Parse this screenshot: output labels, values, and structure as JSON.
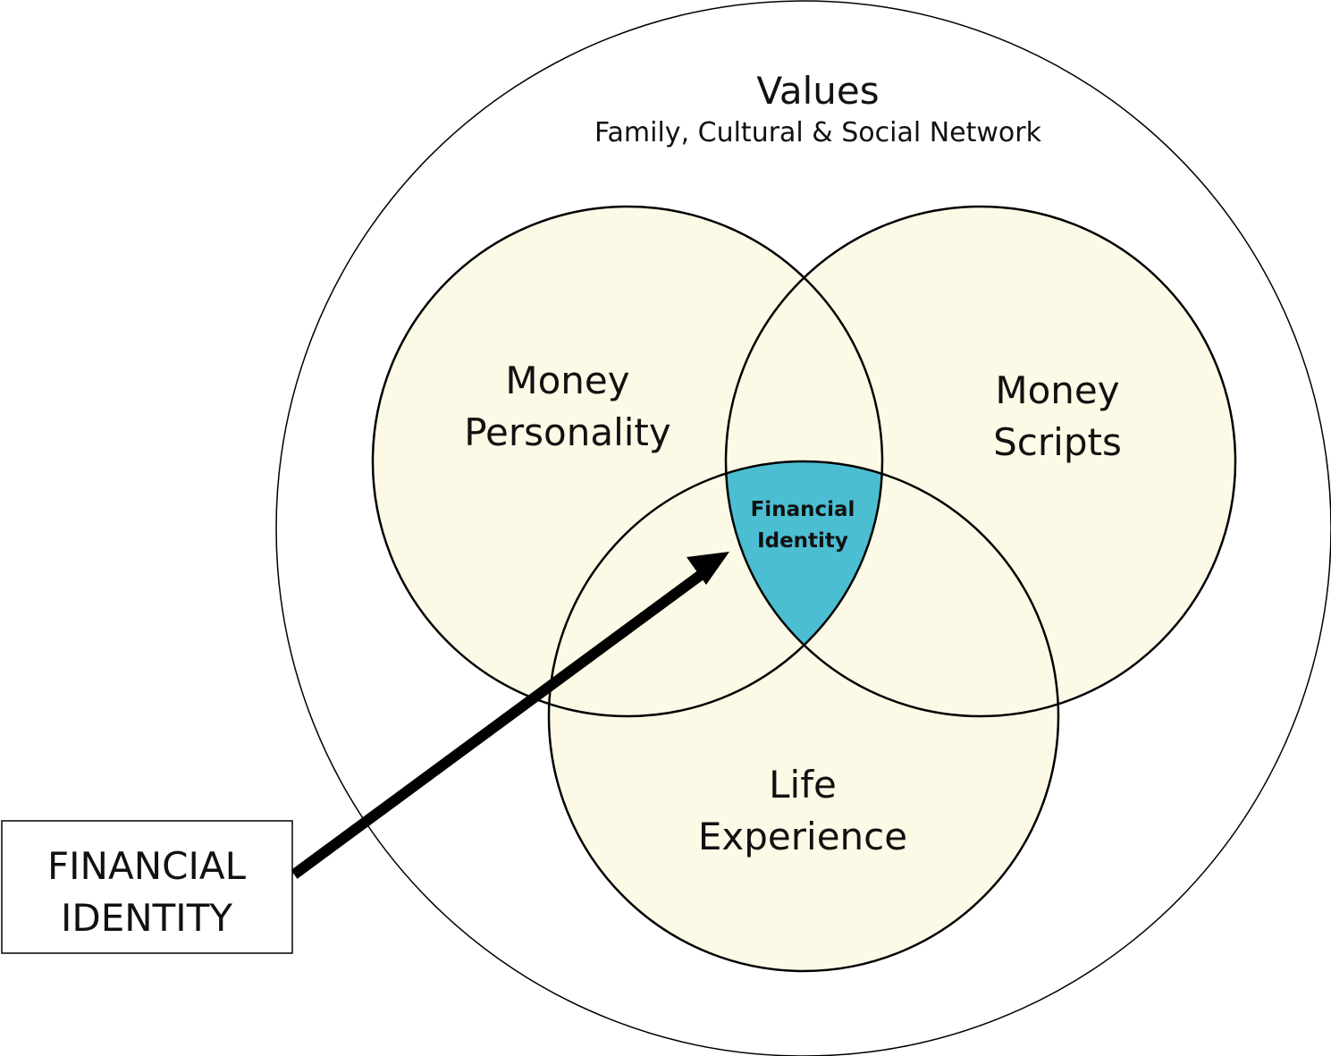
{
  "outer": {
    "title": "Values",
    "subtitle": "Family, Cultural & Social Network"
  },
  "circles": {
    "money_personality": {
      "line1": "Money",
      "line2": "Personality"
    },
    "money_scripts": {
      "line1": "Money",
      "line2": "Scripts"
    },
    "life_experience": {
      "line1": "Life",
      "line2": "Experience"
    }
  },
  "center": {
    "line1": "Financial",
    "line2": "Identity"
  },
  "callout": {
    "line1": "FINANCIAL",
    "line2": "IDENTITY"
  },
  "colors": {
    "circle_fill": "#FCFAE6",
    "center_fill": "#4BBED2",
    "stroke": "#000000"
  }
}
